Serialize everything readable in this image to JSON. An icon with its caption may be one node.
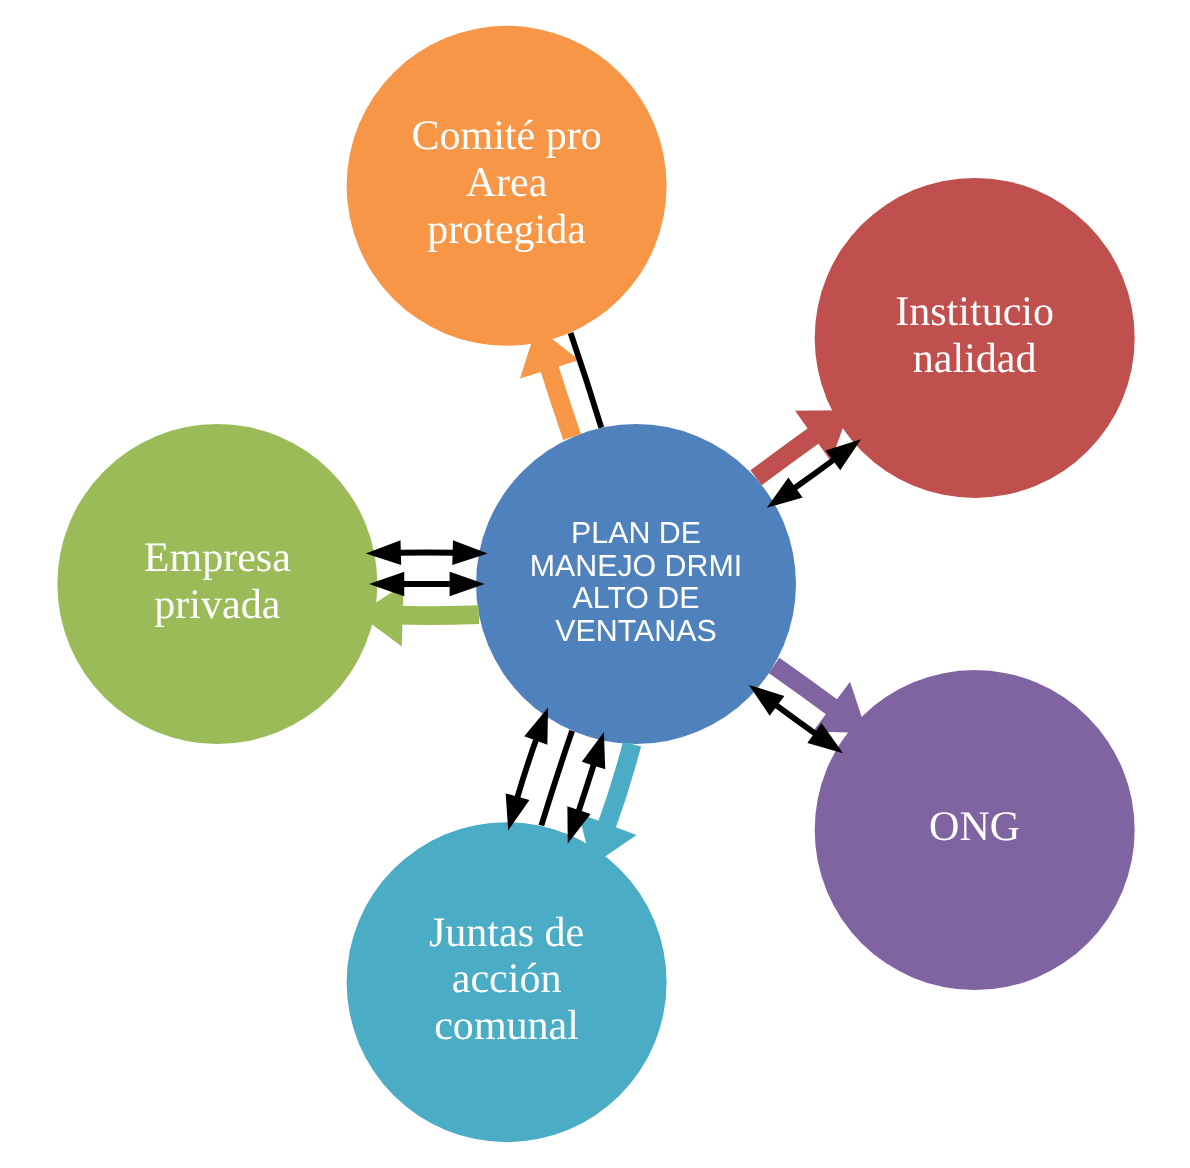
{
  "diagram": {
    "nodes": [
      {
        "text": [
          "Institucio nalidad"
        ]
      },
      {
        "text": [
          "Comité pro Area protegida"
        ]
      },
      {
        "text": [
          "Empresa privada"
        ]
      },
      {
        "text": [
          "PLAN DE MANEJO DRMI ALTO DE VENTANAS"
        ]
      },
      {
        "text": [
          "Juntas de acción comunal"
        ]
      },
      {
        "text": [
          "ONG"
        ]
      }
    ],
    "edges": [
      {
        "from": 3,
        "to": 0,
        "arrow": "to",
        "style": "thick",
        "color": "#c0504d"
      },
      {
        "from": 3,
        "to": 0,
        "arrow": "both"
      },
      {
        "from": 3,
        "to": 2,
        "arrow": "to",
        "style": "thick",
        "color": "#9bbb59"
      },
      {
        "from": 3,
        "to": 2,
        "arrow": "both"
      },
      {
        "from": 3,
        "to": 2,
        "arrow": "both"
      },
      {
        "from": 3,
        "to": 1,
        "arrow": "to",
        "style": "thick",
        "color": "#f79646"
      },
      {
        "from": 3,
        "to": 1,
        "arrow": "none"
      },
      {
        "from": 3,
        "to": 4,
        "arrow": "to",
        "style": "thick",
        "color": "#4bacc6"
      },
      {
        "from": 3,
        "to": 4,
        "arrow": "both"
      },
      {
        "from": 3,
        "to": 4,
        "arrow": "none"
      },
      {
        "from": 3,
        "to": 4,
        "arrow": "both"
      },
      {
        "from": 3,
        "to": 5,
        "arrow": "to",
        "style": "thick",
        "color": "#8064a2"
      },
      {
        "from": 3,
        "to": 5,
        "arrow": "both"
      }
    ]
  }
}
